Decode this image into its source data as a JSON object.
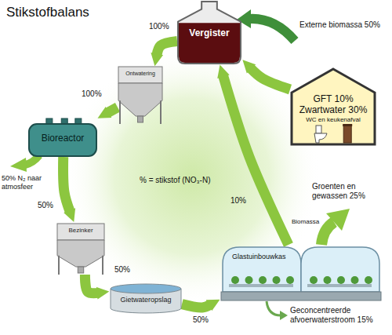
{
  "diagram": {
    "title": "Stikstofbalans",
    "nodes": [
      {
        "text": [
          "Vergister"
        ]
      },
      {
        "text": [
          "Ontwatering"
        ]
      },
      {
        "text": [
          "Bioreactor"
        ]
      },
      {
        "text": [
          "Bezinker"
        ]
      },
      {
        "text": [
          "Gietwateropslag"
        ]
      },
      {
        "text": [
          "Glastuinbouwkas"
        ]
      },
      {
        "text": [
          "GFT 10%",
          "Zwartwater 30%",
          "WC en keukenafval"
        ]
      }
    ],
    "edges": [
      {
        "from": 0,
        "to": 1,
        "label": "100%",
        "arrow": "to"
      },
      {
        "from": 1,
        "to": 2,
        "label": "100%",
        "arrow": "to"
      },
      {
        "from": 2,
        "to": 3,
        "label": "50%",
        "arrow": "to"
      },
      {
        "from": 3,
        "to": 4,
        "label": "50%",
        "arrow": "to"
      },
      {
        "from": 4,
        "to": 5,
        "label": "50%",
        "arrow": "to"
      },
      {
        "from": 5,
        "to": 0,
        "label": "10%",
        "arrow": "to"
      },
      {
        "from": 6,
        "to": 0,
        "arrow": "to"
      }
    ],
    "labels": [
      "Externe biomassa 50%",
      "50% N₂ naar atmosfeer",
      "% = stikstof (NO₃-N)",
      "Groenten en gewassen 25%",
      "Biomassa",
      "Geconcentreerde afvoerwaterstroom 15%"
    ]
  }
}
